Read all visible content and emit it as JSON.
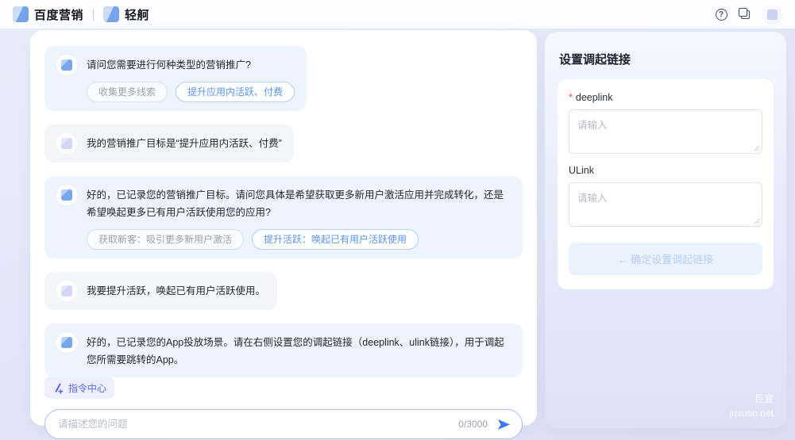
{
  "header": {
    "product_name": "百度营销",
    "app_name": "轻舸",
    "help_glyph": "?"
  },
  "chat": {
    "messages": [
      {
        "role": "assistant",
        "text": "请问您需要进行何种类型的营销推广?",
        "buttons": [
          {
            "label": "收集更多线索"
          },
          {
            "label": "提升应用内活跃、付费"
          }
        ]
      },
      {
        "role": "user",
        "text": "我的营销推广目标是“提升应用内活跃、付费”"
      },
      {
        "role": "assistant",
        "text": "好的，已记录您的营销推广目标。请问您具体是希望获取更多新用户激活应用并完成转化，还是希望唤起更多已有用户活跃使用您的应用?",
        "buttons": [
          {
            "label": "获取新客：吸引更多新用户激活"
          },
          {
            "label": "提升活跃：唤起已有用户活跃使用"
          }
        ]
      },
      {
        "role": "user",
        "text": "我要提升活跃，唤起已有用户活跃使用。"
      },
      {
        "role": "assistant",
        "text": "好的，已记录您的App投放场景。请在右侧设置您的调起链接（deeplink、ulink链接），用于调起您所需要跳转的App。"
      }
    ],
    "command_center": {
      "label": "指令中心"
    },
    "input": {
      "placeholder": "请描述您的问题",
      "value": "",
      "counter": "0/3000"
    }
  },
  "settings_panel": {
    "title": "设置调起链接",
    "fields": [
      {
        "label": "deeplink",
        "required_mark": "*",
        "placeholder": "请输入",
        "value": ""
      },
      {
        "label": "ULink",
        "placeholder": "请输入",
        "value": ""
      }
    ],
    "confirm_button": "← 确定设置调起链接"
  },
  "watermark": {
    "line1": "巨宣",
    "line2": "juxuan.net"
  },
  "colors": {
    "accent_blue": "#3c78ee",
    "bubble_assistant": "#eef4fd",
    "bubble_user": "#f4f5f9",
    "pill_primary_text": "#5e93ee",
    "disabled_button_bg": "#eaf2fd",
    "disabled_button_text": "#b8cef3",
    "required_red": "#e34d43"
  }
}
